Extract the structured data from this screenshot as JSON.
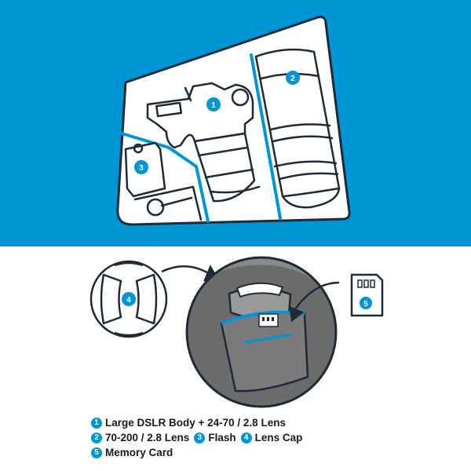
{
  "colors": {
    "accent": "#0096d6",
    "line": "#1e2a35",
    "bag_gray": "#6b6b6b",
    "bag_light": "#9a9a9a"
  },
  "badges": {
    "camera": "1",
    "lens": "2",
    "flash": "3",
    "lens_cap": "4",
    "memory_card": "5"
  },
  "legend": {
    "items": [
      {
        "num": "1",
        "label": "Large DSLR Body + 24-70 / 2.8 Lens"
      },
      {
        "num": "2",
        "label": "70-200 / 2.8  Lens"
      },
      {
        "num": "3",
        "label": "Flash"
      },
      {
        "num": "4",
        "label": "Lens Cap"
      },
      {
        "num": "5",
        "label": "Memory Card"
      }
    ]
  }
}
